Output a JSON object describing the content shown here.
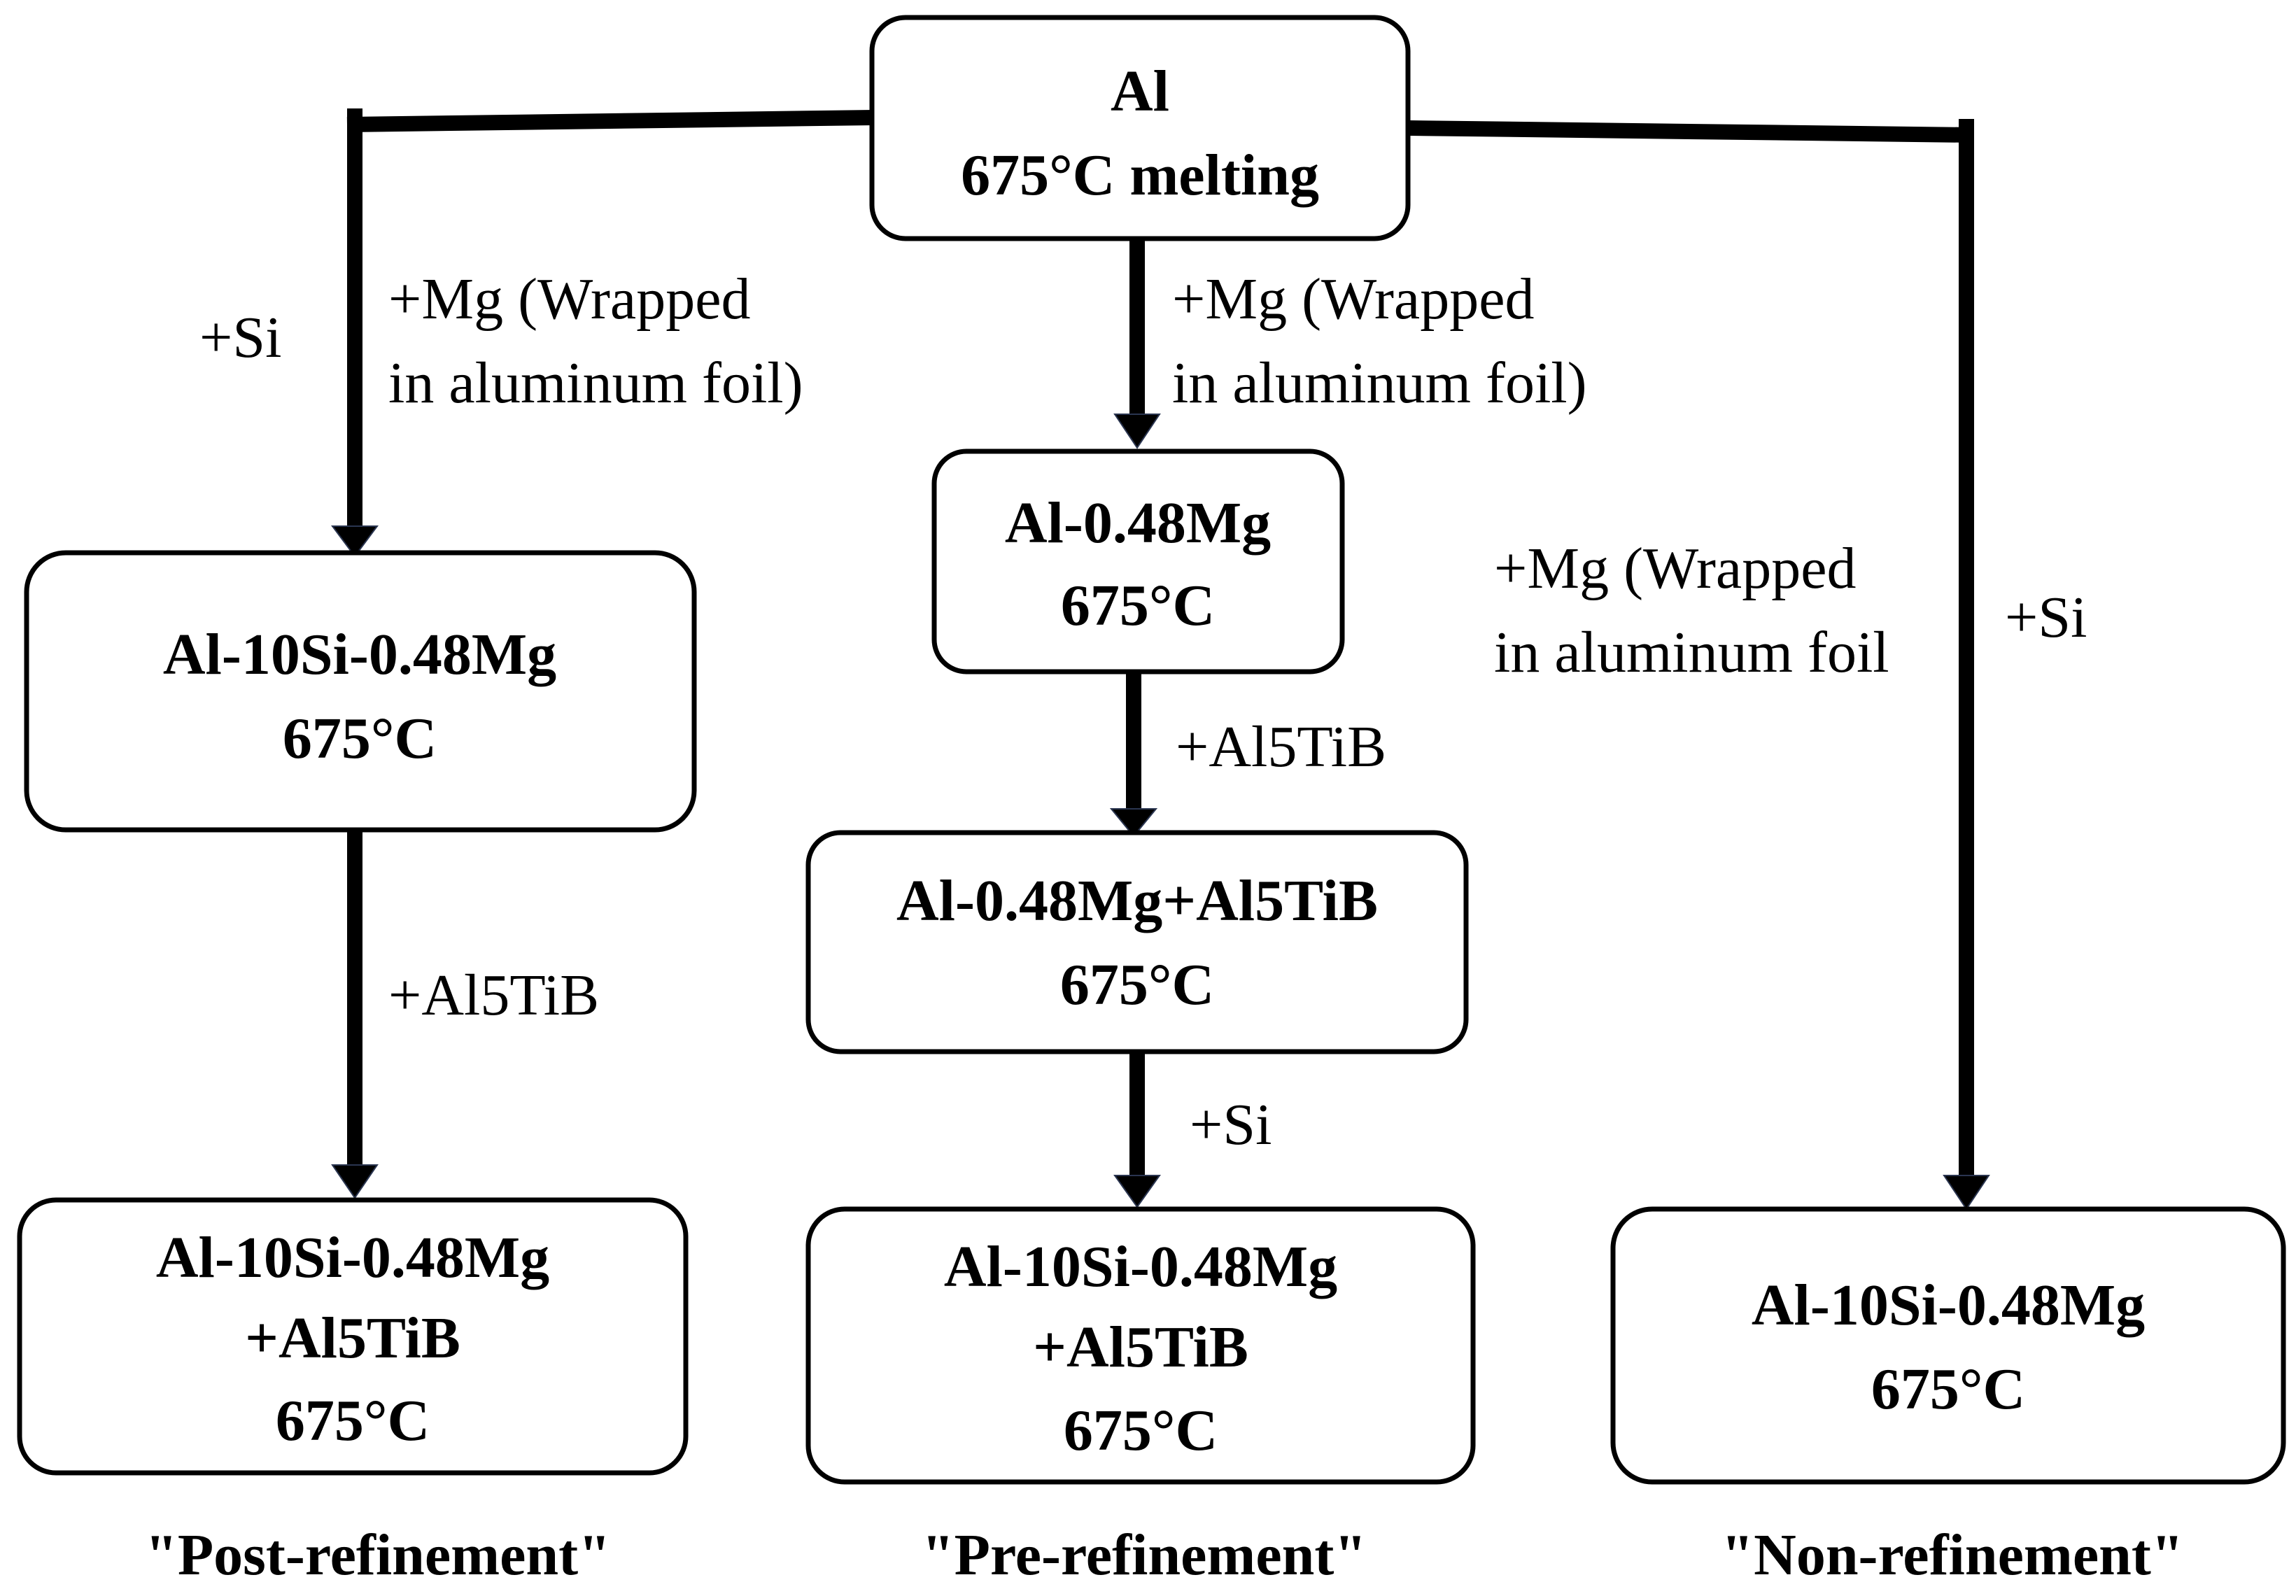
{
  "nodes": {
    "al_melt": {
      "line1": "Al",
      "line2": "675°C melting"
    },
    "left_mid": {
      "line1": "Al-10Si-0.48Mg",
      "line2": "675°C"
    },
    "center_top": {
      "line1": "Al-0.48Mg",
      "line2": "675°C"
    },
    "center_mid": {
      "line1": "Al-0.48Mg+Al5TiB",
      "line2": "675°C"
    },
    "left_bottom": {
      "line1": "Al-10Si-0.48Mg",
      "line2": "+Al5TiB",
      "line3": "675°C"
    },
    "center_bottom": {
      "line1": "Al-10Si-0.48Mg",
      "line2": "+Al5TiB",
      "line3": "675°C"
    },
    "right_bottom": {
      "line1": "Al-10Si-0.48Mg",
      "line2": "675°C"
    }
  },
  "edges": {
    "left_add_si": "+Si",
    "left_add_mg_line1": "+Mg (Wrapped",
    "left_add_mg_line2": "in aluminum foil)",
    "left_add_al5tib": "+Al5TiB",
    "center_add_mg_line1": "+Mg (Wrapped",
    "center_add_mg_line2": "in aluminum foil)",
    "center_add_al5tib": "+Al5TiB",
    "center_add_si": "+Si",
    "right_add_mg_line1": "+Mg (Wrapped",
    "right_add_mg_line2": "in aluminum foil",
    "right_add_si": "+Si"
  },
  "captions": {
    "post": "\"Post-refinement\"",
    "pre": "\"Pre-refinement\"",
    "non": "\"Non-refinement\""
  }
}
